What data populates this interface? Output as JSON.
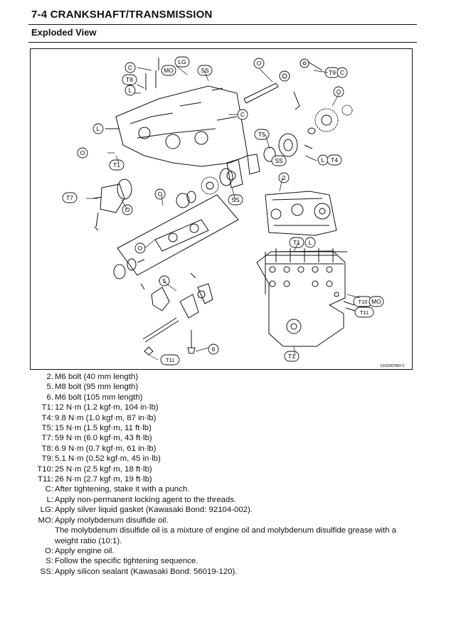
{
  "header": {
    "title": "7-4 CRANKSHAFT/TRANSMISSION",
    "section": "Exploded View"
  },
  "figure": {
    "code": "0102007M3 C",
    "labels": [
      "C",
      "LG",
      "SS",
      "T8",
      "MO",
      "L",
      "O",
      "T9",
      "C",
      "O",
      "C",
      "SS",
      "L",
      "T5",
      "O",
      "T1",
      "L",
      "T4",
      "T7",
      "O",
      "O",
      "SS",
      "2",
      "T1",
      "L",
      "O",
      "5",
      "T10",
      "MO",
      "T11",
      "T11",
      "6",
      "T1"
    ]
  },
  "legend": [
    {
      "key": "2.",
      "text": "M6 bolt (40 mm length)"
    },
    {
      "key": "5.",
      "text": "M8 bolt (95 mm length)"
    },
    {
      "key": "6.",
      "text": "M6 bolt (105 mm length)"
    },
    {
      "key": "T1:",
      "text": "12 N·m (1.2 kgf·m, 104 in·lb)"
    },
    {
      "key": "T4:",
      "text": "9.8 N·m (1.0 kgf·m, 87 in·lb)"
    },
    {
      "key": "T5:",
      "text": "15 N·m (1.5 kgf·m, 11 ft·lb)"
    },
    {
      "key": "T7:",
      "text": "59 N·m (6.0 kgf·m, 43 ft·lb)"
    },
    {
      "key": "T8:",
      "text": "6.9 N·m (0.7 kgf·m, 61 in·lb)"
    },
    {
      "key": "T9:",
      "text": "5.1 N·m (0.52 kgf·m, 45 in·lb)"
    },
    {
      "key": "T10:",
      "text": "25 N·m (2.5 kgf·m, 18 ft·lb)"
    },
    {
      "key": "T11:",
      "text": "26 N·m (2.7 kgf·m, 19 ft·lb)"
    },
    {
      "key": "C:",
      "text": "After tightening, stake it with a punch."
    },
    {
      "key": "L:",
      "text": "Apply non-permanent locking agent to the threads."
    },
    {
      "key": "LG:",
      "text": "Apply silver liquid gasket (Kawasaki Bond: 92104-002)."
    },
    {
      "key": "MO:",
      "text": "Apply molybdenum disulfide oil."
    },
    {
      "key": "",
      "text": "The molybdenum disulfide oil is a mixture of engine oil and molybdenum disulfide grease with a weight ratio (10:1)."
    },
    {
      "key": "O:",
      "text": "Apply engine oil."
    },
    {
      "key": "S:",
      "text": "Follow the specific tightening sequence."
    },
    {
      "key": "SS:",
      "text": "Apply silicon sealant (Kawasaki Bond: 56019-120)."
    }
  ]
}
